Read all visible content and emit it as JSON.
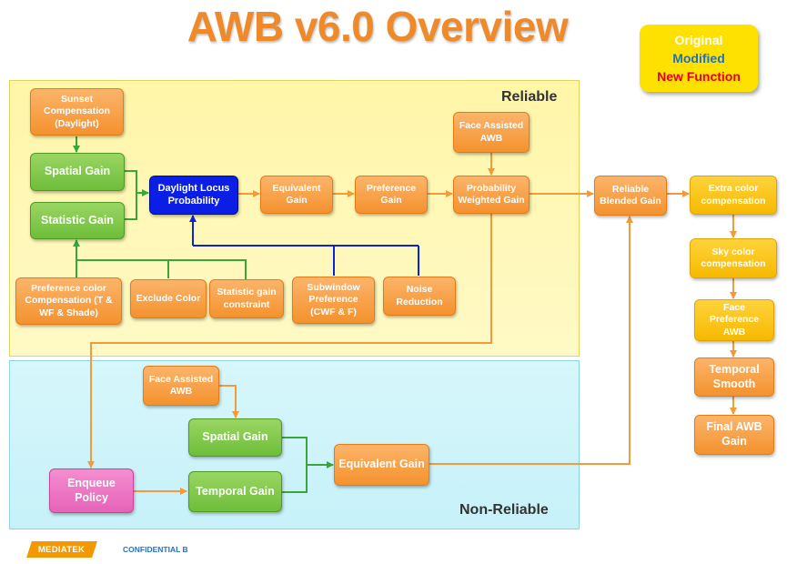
{
  "title": "AWB v6.0 Overview",
  "legend": {
    "original": "Original",
    "modified": "Modified",
    "new_function": "New Function"
  },
  "regions": {
    "reliable": "Reliable",
    "non_reliable": "Non-Reliable"
  },
  "nodes": {
    "sunset_compensation": "Sunset Compensation (Daylight)",
    "spatial_gain": "Spatial Gain",
    "statistic_gain": "Statistic Gain",
    "daylight_locus_probability": "Daylight Locus Probability",
    "equivalent_gain_reliable": "Equivalent Gain",
    "preference_gain": "Preference Gain",
    "face_assisted_awb_reliable": "Face Assisted AWB",
    "probability_weighted_gain": "Probability Weighted Gain",
    "preference_color_compensation": "Preference color Compensation (T & WF & Shade)",
    "exclude_color": "Exclude Color",
    "statistic_gain_constraint": "Statistic gain constraint",
    "subwindow_preference": "Subwindow Preference (CWF & F)",
    "noise_reduction": "Noise Reduction",
    "reliable_blended_gain": "Reliable Blended Gain",
    "extra_color_compensation": "Extra color compensation",
    "sky_color_compensation": "Sky color compensation",
    "face_preference_awb": "Face Preference AWB",
    "temporal_smooth": "Temporal Smooth",
    "final_awb_gain": "Final AWB Gain",
    "face_assisted_awb_nonreliable": "Face Assisted AWB",
    "spatial_gain_nonreliable": "Spatial Gain",
    "temporal_gain": "Temporal Gain",
    "enqueue_policy": "Enqueue Policy",
    "equivalent_gain_nonreliable": "Equivalent Gain"
  },
  "footer": {
    "brand": "MEDIATEK",
    "confidentiality": "CONFIDENTIAL B"
  },
  "colors": {
    "original_orange": "#f4922e",
    "modified_green": "#6ebe3a",
    "new_function_blue": "#0a1ee6",
    "enqueue_pink": "#e662b8",
    "new_yellow": "#f7b900",
    "connector_orange": "#f39a3a",
    "connector_green": "#3aa63a",
    "connector_blue": "#0b24d8"
  }
}
